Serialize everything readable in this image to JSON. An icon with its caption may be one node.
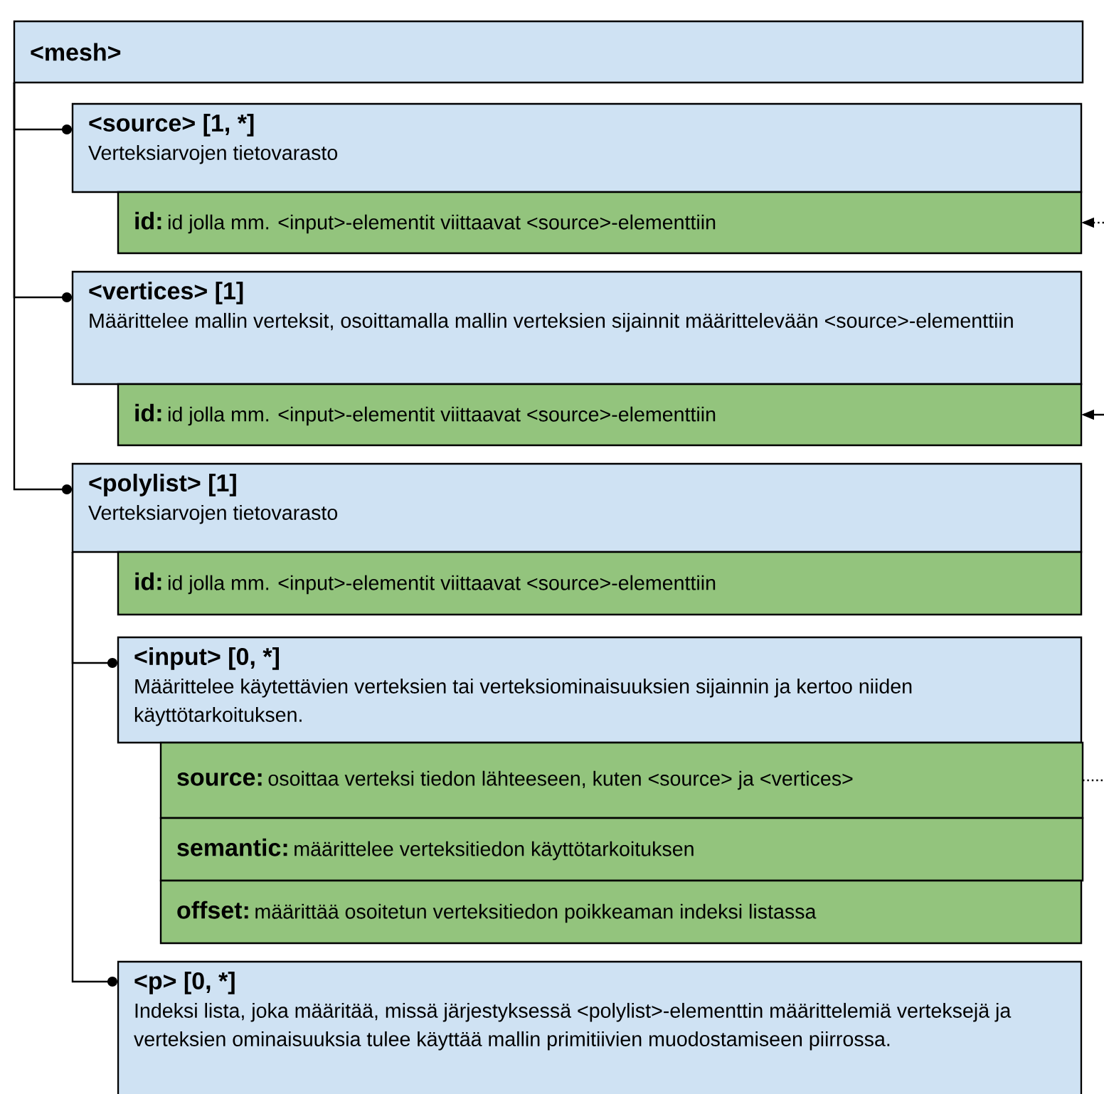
{
  "diagram": {
    "nodes": [
      {
        "text": [
          "<mesh>"
        ]
      },
      {
        "text": [
          "<source> [1, *]",
          "Verteksiarvojen tietovarasto"
        ]
      },
      {
        "text": [
          "id:",
          "id jolla mm. <input>-elementit viittaavat <source>-elementtiin"
        ]
      },
      {
        "text": [
          "<vertices> [1]",
          "Määrittelee mallin verteksit, osoittamalla mallin verteksien sijainnit määrittelevään <source>-elementtiin"
        ]
      },
      {
        "text": [
          "id:",
          "id jolla mm. <input>-elementit viittaavat <source>-elementtiin"
        ]
      },
      {
        "text": [
          "<polylist> [1]",
          "Verteksiarvojen tietovarasto"
        ]
      },
      {
        "text": [
          "id:",
          "id jolla mm. <input>-elementit viittaavat <source>-elementtiin"
        ]
      },
      {
        "text": [
          "<input> [0, *]",
          "Määrittelee käytettävien verteksien tai verteksiominaisuuksien sijainnin ja kertoo niiden käyttötarkoituksen."
        ]
      },
      {
        "text": [
          "source:",
          "osoittaa verteksi tiedon lähteeseen, kuten <source> ja <vertices>"
        ]
      },
      {
        "text": [
          "semantic:",
          "määrittelee verteksitiedon käyttötarkoituksen"
        ]
      },
      {
        "text": [
          "offset:",
          "määrittää osoitetun verteksitiedon poikkeaman indeksi listassa"
        ]
      },
      {
        "text": [
          "<p> [0, *]",
          "Indeksi lista, joka määritää, missä järjestyksessä <polylist>-elementtin määrittelemiä verteksejä ja verteksien ominaisuuksia tulee käyttää mallin primitiivien muodostamiseen piirrossa."
        ]
      }
    ],
    "edges": [
      {
        "from": 0,
        "to": 1,
        "arrow": "other"
      },
      {
        "from": 0,
        "to": 3,
        "arrow": "other"
      },
      {
        "from": 0,
        "to": 5,
        "arrow": "other"
      },
      {
        "from": 5,
        "to": 7,
        "arrow": "other"
      },
      {
        "from": 5,
        "to": 11,
        "arrow": "other"
      },
      {
        "from": null,
        "to": 2,
        "arrow": "to",
        "style": "dashed"
      },
      {
        "from": null,
        "to": 4,
        "arrow": "to"
      },
      {
        "from": 8,
        "to": null,
        "arrow": "none",
        "style": "dashed"
      }
    ]
  }
}
